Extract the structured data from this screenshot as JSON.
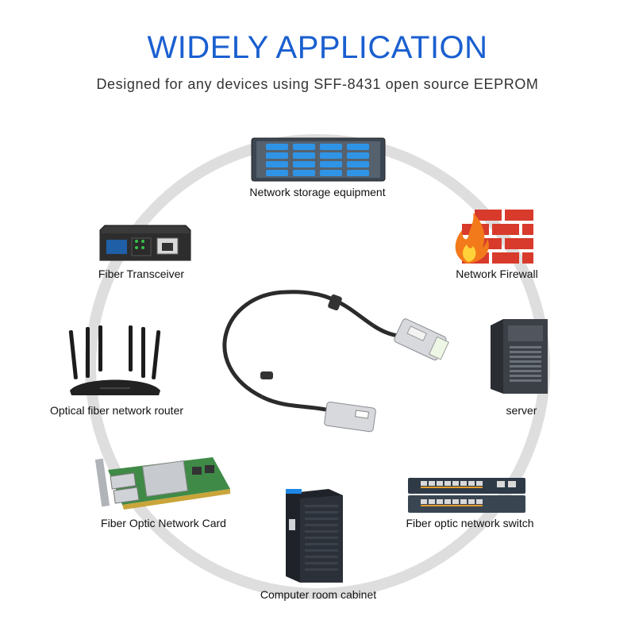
{
  "header": {
    "title": "WIDELY APPLICATION",
    "subtitle": "Designed for any devices using SFF-8431 open source EEPROM"
  },
  "devices": {
    "storage": "Network storage equipment",
    "transceiver": "Fiber Transceiver",
    "firewall": "Network Firewall",
    "router": "Optical fiber network router",
    "server": "server",
    "nic": "Fiber Optic Network Card",
    "switch": "Fiber optic network switch",
    "cabinet": "Computer room cabinet"
  },
  "colors": {
    "title": "#1a5fd0",
    "ring": "#dedede",
    "brick": "#d83a2b",
    "flame": "#f27a1a"
  }
}
